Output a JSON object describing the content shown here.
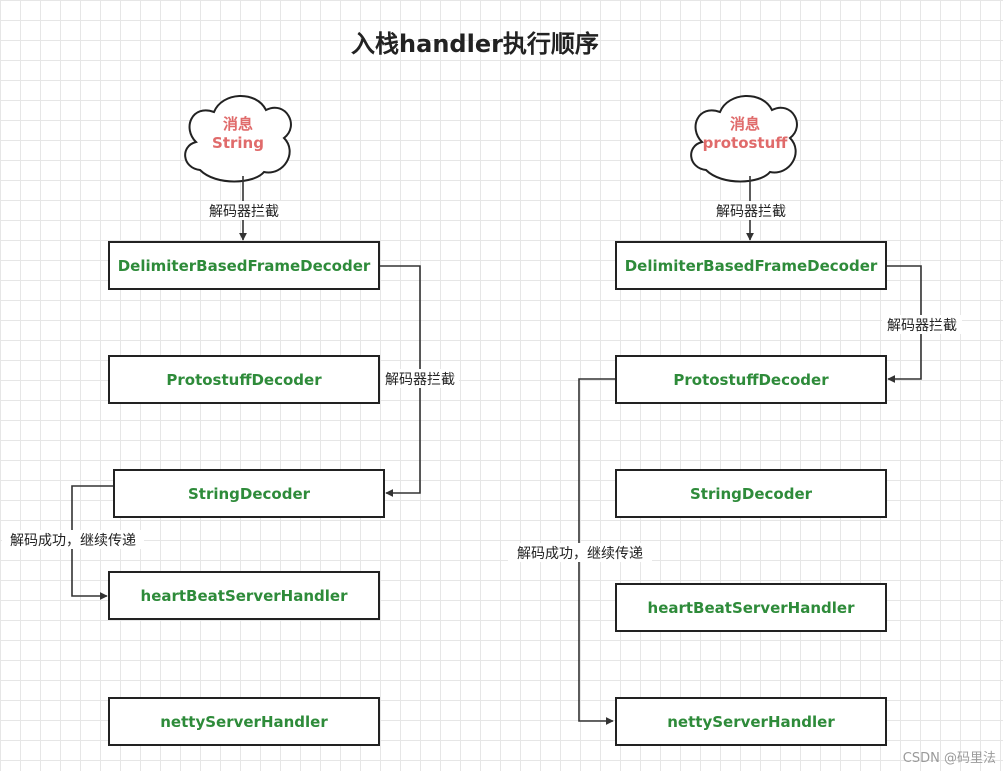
{
  "title": "入栈handler执行顺序",
  "colors": {
    "box_text": "#2e8b3a",
    "cloud_text": "#e06b6b",
    "line": "#333333",
    "background": "#ffffff",
    "grid": "#e6e6e6"
  },
  "left_flow": {
    "cloud": {
      "line1": "消息",
      "line2": "String"
    },
    "labels": {
      "to_first": "解码器拦截",
      "skip": "解码器拦截",
      "success": "解码成功，继续传递"
    },
    "handlers": {
      "delimiter": "DelimiterBasedFrameDecoder",
      "protostuff": "ProtostuffDecoder",
      "string": "StringDecoder",
      "heartbeat": "heartBeatServerHandler",
      "netty": "nettyServerHandler"
    }
  },
  "right_flow": {
    "cloud": {
      "line1": "消息",
      "line2": "protostuff"
    },
    "labels": {
      "to_first": "解码器拦截",
      "skip": "解码器拦截",
      "success": "解码成功，继续传递"
    },
    "handlers": {
      "delimiter": "DelimiterBasedFrameDecoder",
      "protostuff": "ProtostuffDecoder",
      "string": "StringDecoder",
      "heartbeat": "heartBeatServerHandler",
      "netty": "nettyServerHandler"
    }
  },
  "watermark": "CSDN @码里法"
}
